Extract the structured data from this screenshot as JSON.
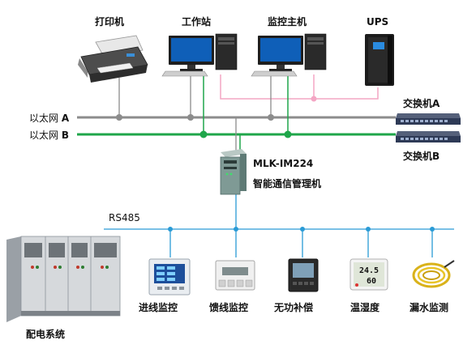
{
  "devices": {
    "printer": "打印机",
    "workstation": "工作站",
    "monitor_host": "监控主机",
    "ups": "UPS"
  },
  "network": {
    "ethernet_a_prefix": "以太网",
    "ethernet_a_letter": "A",
    "ethernet_b_prefix": "以太网",
    "ethernet_b_letter": "B",
    "switch_a": "交换机A",
    "switch_b": "交换机B"
  },
  "manager": {
    "model": "MLK-IM224",
    "name": "智能通信管理机"
  },
  "bus": {
    "label": "RS485"
  },
  "field_devices": [
    "进线监控",
    "馈线监控",
    "无功补偿",
    "温湿度",
    "漏水监测"
  ],
  "switchgear": "配电系统",
  "thermo_display": [
    "24.5",
    "60"
  ],
  "colors": {
    "ethernet_a": "#8c8c8c",
    "ethernet_b": "#1fa64a",
    "ups_power": "#f4a6c4",
    "rs485": "#2a9bd6"
  }
}
